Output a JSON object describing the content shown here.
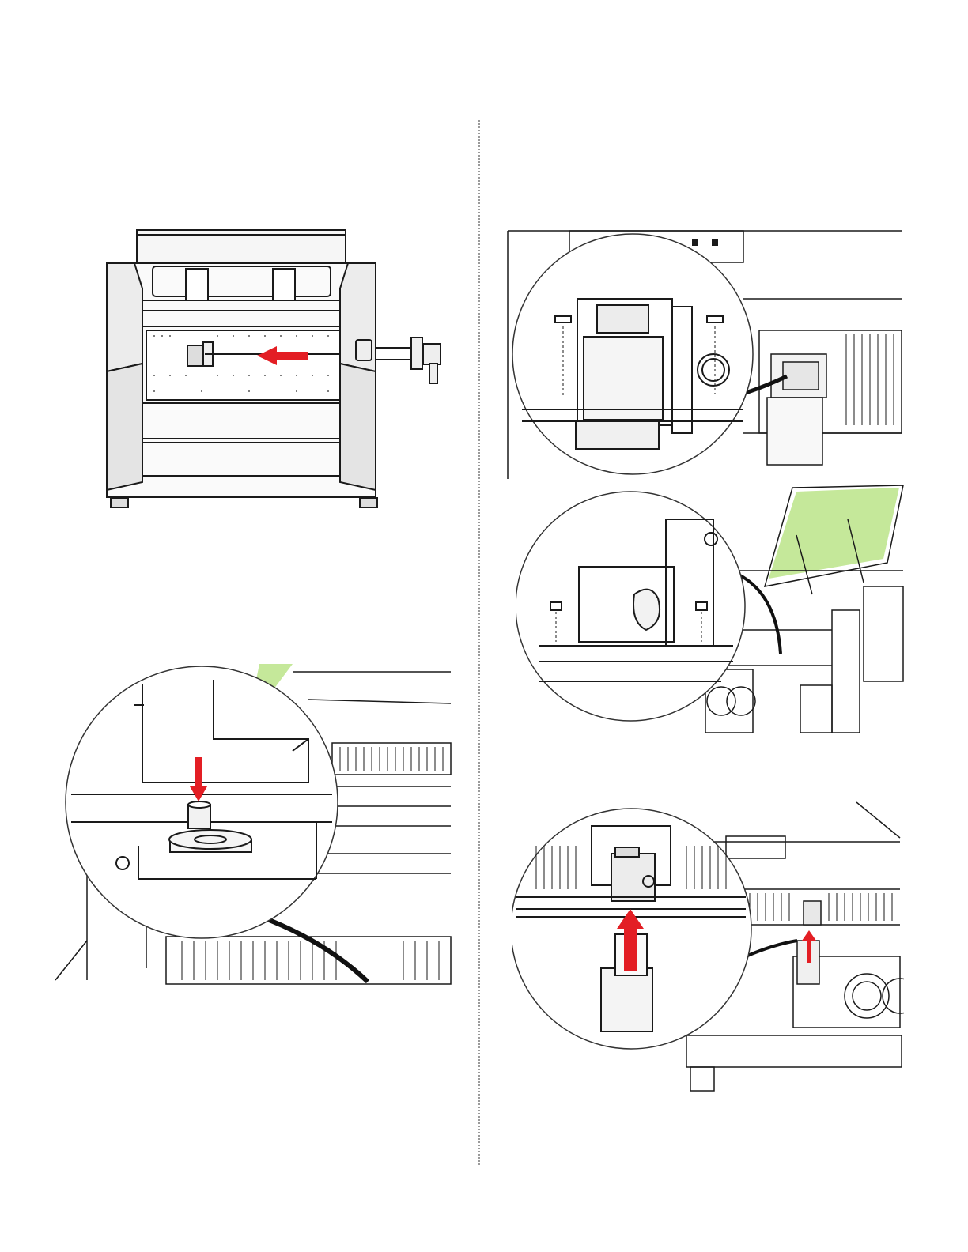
{
  "page": {
    "background": "#ffffff",
    "accent_red": "#e31e24",
    "accent_green": "#c5e89a",
    "line_color": "#1a1a1a",
    "divider_style": "dotted"
  },
  "figures": [
    {
      "name": "machine-front-view",
      "arrow": "red-arrow-left"
    },
    {
      "name": "pin-insert-detail",
      "arrow": "red-arrow-down"
    },
    {
      "name": "carriage-screws-detail",
      "arrow": "none"
    },
    {
      "name": "lid-open-mount-detail",
      "arrow": "none"
    },
    {
      "name": "board-insert-detail",
      "arrow": "red-arrow-up"
    }
  ]
}
